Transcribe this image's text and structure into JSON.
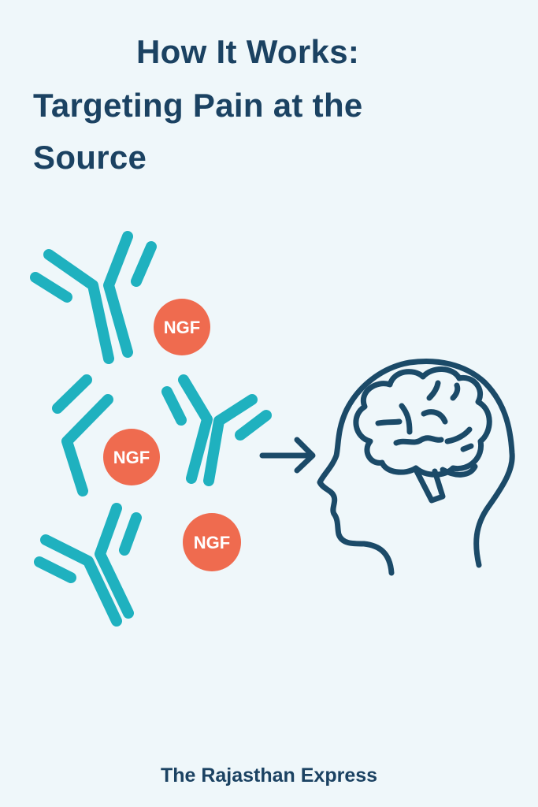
{
  "title": {
    "line1": "How It Works:",
    "line2": "Targeting Pain at the",
    "line3": "Source"
  },
  "diagram": {
    "ngf_labels": [
      "NGF",
      "NGF",
      "NGF"
    ]
  },
  "footer": "The Rajasthan Express",
  "colors": {
    "background": "#eff7fa",
    "text": "#1b4262",
    "antibody": "#1fb1bf",
    "ngf": "#ef6b4f",
    "head": "#1b4a68"
  }
}
